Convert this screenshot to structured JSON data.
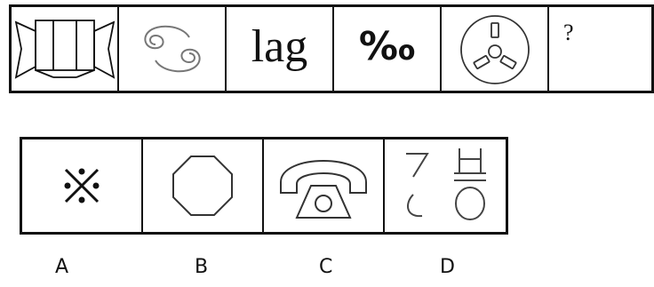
{
  "puzzle": {
    "sequence": [
      {
        "kind": "image",
        "icon": "banner-ribbon-icon"
      },
      {
        "kind": "image",
        "icon": "cancer-zodiac-icon"
      },
      {
        "kind": "text",
        "text": "lag"
      },
      {
        "kind": "text",
        "text": "‰"
      },
      {
        "kind": "image",
        "icon": "film-reel-icon"
      },
      {
        "kind": "text",
        "text": "?"
      }
    ]
  },
  "options": [
    {
      "label": "A",
      "icon": "cross-dots-icon"
    },
    {
      "label": "B",
      "icon": "octagon-icon"
    },
    {
      "label": "C",
      "icon": "telephone-icon"
    },
    {
      "label": "D",
      "icon": "glyph-shapes-icon"
    }
  ]
}
